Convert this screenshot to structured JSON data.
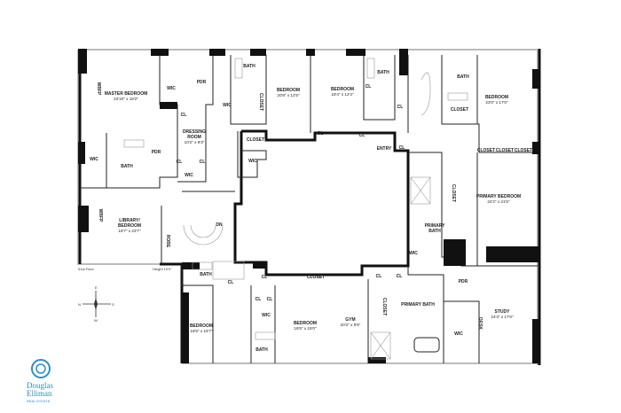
{
  "plan": {
    "floor_label": "51st Floor",
    "height_label": "Height 10'0\"",
    "stair_label": "DN",
    "compass": {
      "n": "N",
      "s": "S",
      "e": "E",
      "w": "W"
    },
    "rooms": {
      "master_bedroom": {
        "name": "MASTER BEDROOM",
        "dims": "23'10\" x 19'2\""
      },
      "dressing_room": {
        "name1": "DRESSING",
        "name2": "ROOM",
        "dims": "10'2\" x 8'3\""
      },
      "bedroom_a": {
        "name": "BEDROOM",
        "dims": "20'8\" x 12'5\""
      },
      "bedroom_b": {
        "name": "BEDROOM",
        "dims": "18'4\" x 12'4\""
      },
      "bedroom_c": {
        "name": "BEDROOM",
        "dims": "23'0\" x 17'0\""
      },
      "library": {
        "name1": "LIBRARY/",
        "name2": "BEDROOM",
        "dims": "18'7\" x 23'7\""
      },
      "bedroom_d": {
        "name": "BEDROOM",
        "dims": "18'5\" x 16'7\""
      },
      "bedroom_e": {
        "name": "BEDROOM",
        "dims": "16'5\" x 15'0\""
      },
      "gym": {
        "name": "GYM",
        "dims": "20'2\" x 9'5\""
      },
      "primary_bedroom": {
        "name": "PRIMARY BEDROOM",
        "dims": "24'2\" x 21'5\""
      },
      "study": {
        "name": "STUDY",
        "dims": "24'3\" x 17'0\""
      },
      "primary_bath_upper": {
        "name1": "PRIMARY",
        "name2": "BATH"
      },
      "primary_bath_lower": {
        "name": "PRIMARY BATH"
      },
      "entry": {
        "name": "ENTRY"
      }
    },
    "labels": {
      "wic": "WIC",
      "pdr": "PDR",
      "bath": "BATH",
      "cl": "CL",
      "closet": "CLOSET",
      "robe": "ROBE",
      "desk": "DESK",
      "wbfp": "WBFP"
    }
  },
  "logo": {
    "line1": "Douglas",
    "line2": "Elliman",
    "line3": "REAL ESTATE",
    "color": "#2a8fc9"
  }
}
